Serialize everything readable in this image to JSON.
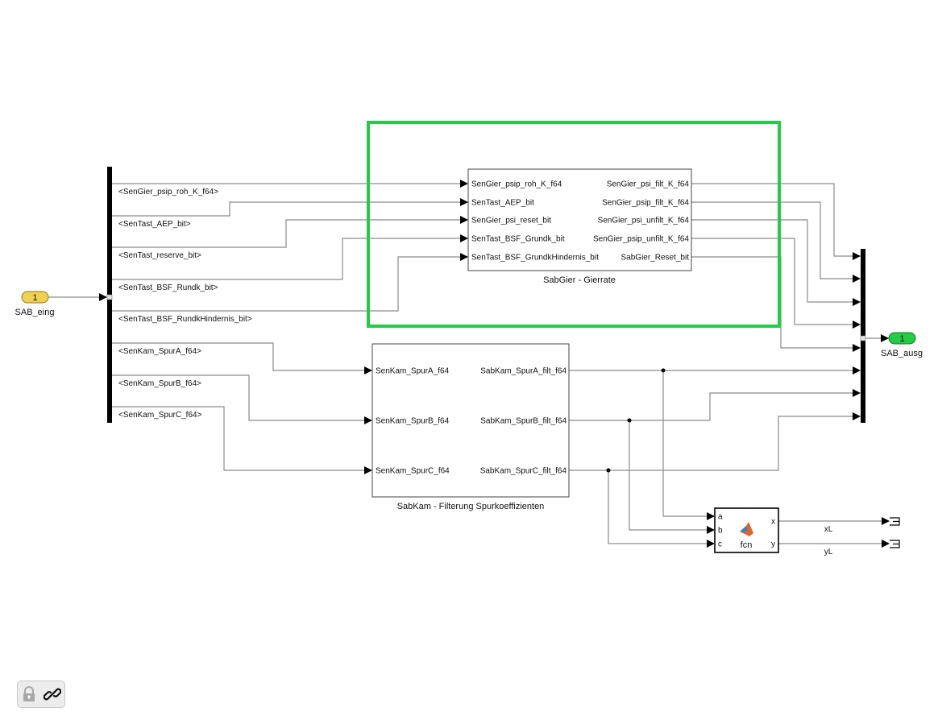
{
  "diagram": {
    "inport": {
      "number": "1",
      "name": "SAB_eing",
      "color": "#f0d050"
    },
    "outport": {
      "number": "1",
      "name": "SAB_ausg",
      "color": "#22cc44"
    },
    "bus_selector_signals": [
      "<SenGier_psip_roh_K_f64>",
      "<SenTast_AEP_bit>",
      "<SenTast_reserve_bit>",
      "<SenTast_BSF_Rundk_bit>",
      "<SenTast_BSF_RundkHindernis_bit>",
      "<SenKam_SpurA_f64>",
      "<SenKam_SpurB_f64>",
      "<SenKam_SpurC_f64>"
    ],
    "sabgier": {
      "title": "SabGier - Gierrate",
      "inputs": [
        "SenGier_psip_roh_K_f64",
        "SenTast_AEP_bit",
        "SenGier_psi_reset_bit",
        "SenTast_BSF_Grundk_bit",
        "SenTast_BSF_GrundkHindernis_bit"
      ],
      "outputs": [
        "SenGier_psi_filt_K_f64",
        "SenGier_psip_filt_K_f64",
        "SenGier_psi_unfilt_K_f64",
        "SenGier_psip_unfilt_K_f64",
        "SabGier_Reset_bit"
      ]
    },
    "sabkam": {
      "title": "SabKam - Filterung Spurkoeffizienten",
      "inputs": [
        "SenKam_SpurA_f64",
        "SenKam_SpurB_f64",
        "SenKam_SpurC_f64"
      ],
      "outputs": [
        "SabKam_SpurA_filt_f64",
        "SabKam_SpurB_filt_f64",
        "SabKam_SpurC_filt_f64"
      ]
    },
    "fcn": {
      "name": "fcn",
      "inputs": [
        "a",
        "b",
        "c"
      ],
      "outputs": [
        "x",
        "y"
      ],
      "output_signals": [
        "xL",
        "yL"
      ]
    },
    "highlight_color": "#22cc44"
  },
  "badge": {
    "lock_icon": "lock-icon",
    "link_icon": "link-icon"
  }
}
